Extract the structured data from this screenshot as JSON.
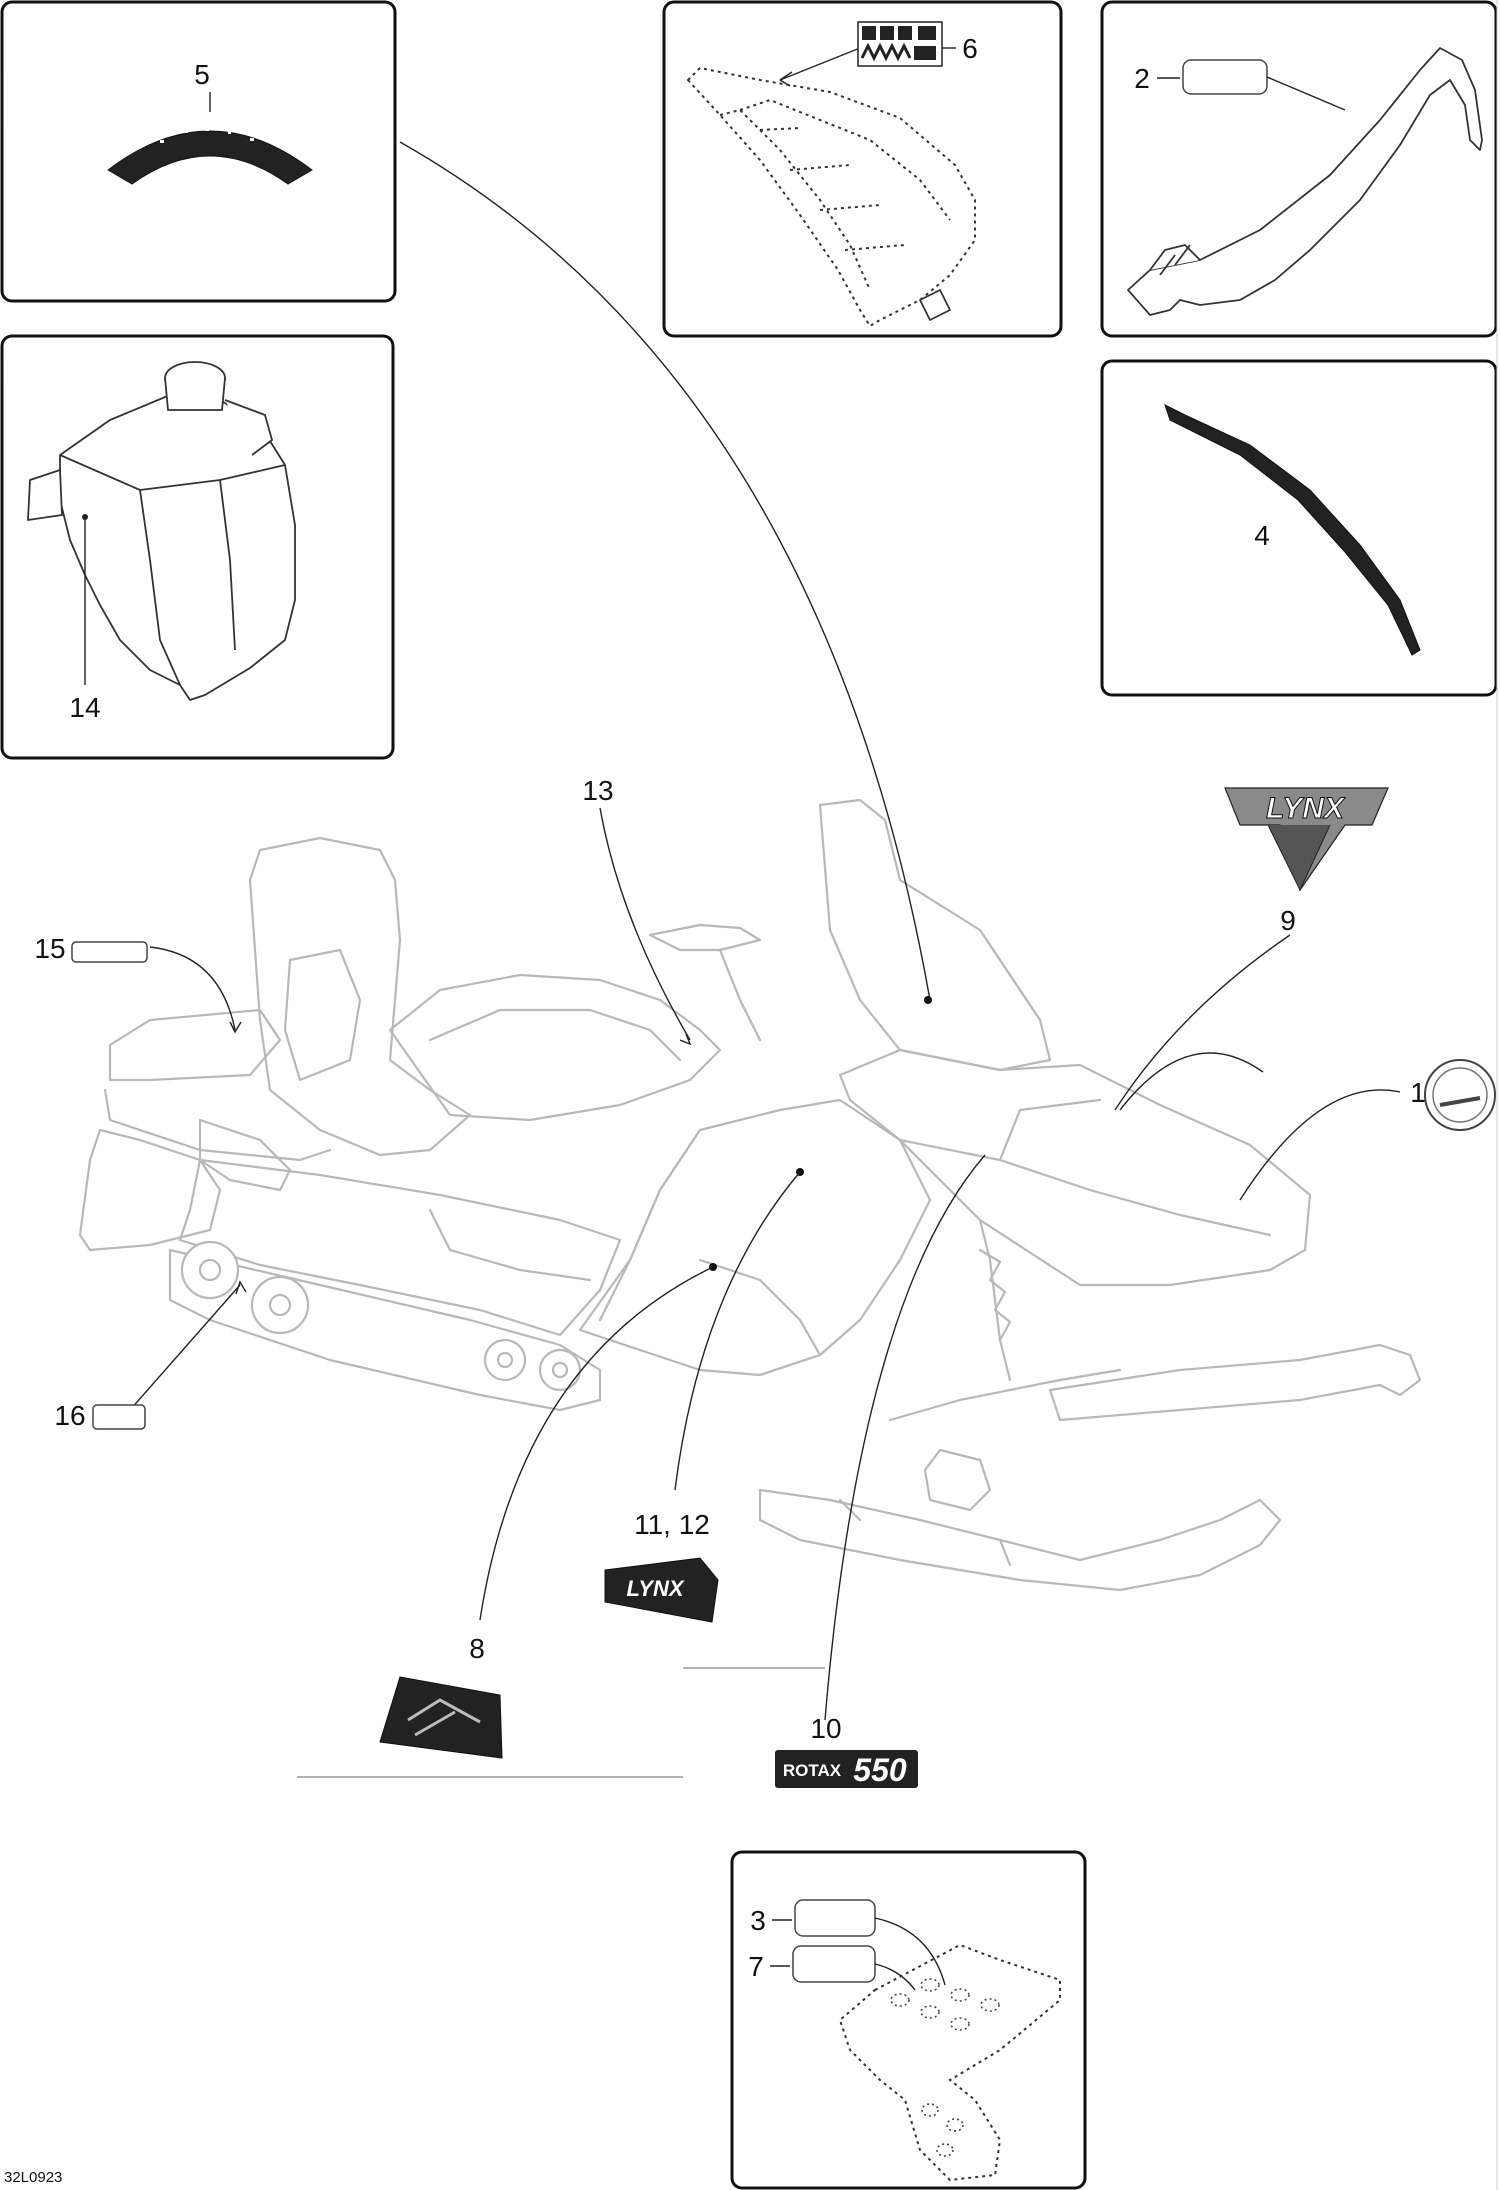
{
  "diagram_code": "32L0923",
  "callouts": {
    "c1": "1",
    "c2": "2",
    "c3": "3",
    "c4": "4",
    "c5": "5",
    "c6": "6",
    "c7": "7",
    "c8": "8",
    "c9": "9",
    "c10": "10",
    "c11_12": "11, 12",
    "c13": "13",
    "c14": "14",
    "c15": "15",
    "c16": "16"
  },
  "decals": {
    "lynx_badge": "LYNX",
    "lynx_side": "LYNX",
    "rotax_brand": "ROTAX",
    "rotax_model": "550"
  },
  "colors": {
    "outline": "#111111",
    "ghost": "#b8b8b8",
    "decal": "#222222"
  }
}
